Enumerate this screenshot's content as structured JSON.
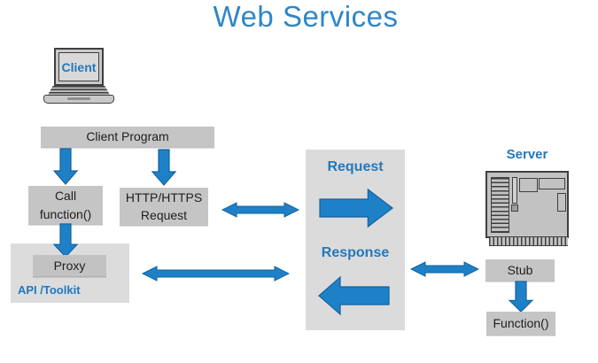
{
  "title": "Web Services",
  "client_section": {
    "laptop_label": "Client",
    "client_program": "Client Program",
    "call_function": {
      "line1": "Call",
      "line2": "function()"
    },
    "http_request": {
      "line1": "HTTP/HTTPS",
      "line2": "Request"
    },
    "proxy": "Proxy",
    "api_toolkit": "API /Toolkit"
  },
  "exchange_panel": {
    "request": "Request",
    "response": "Response"
  },
  "server_section": {
    "server_label": "Server",
    "stub": "Stub",
    "function": "Function()"
  },
  "icons": {
    "laptop": "laptop-icon",
    "server": "server-icon",
    "down_arrows": "down-arrow-icon",
    "request_arrow": "right-arrow-icon",
    "response_arrow": "left-arrow-icon",
    "bidirectional_arrows": "double-headed-arrow-icon"
  },
  "colors": {
    "title_blue": "#2e86c8",
    "label_blue": "#2278be",
    "arrow_blue": "#1e81c8",
    "arrow_outline": "#13619c",
    "box_gray": "#c5c5c5",
    "panel_gray": "#dbdbdb",
    "device_gray": "#c9c9c9",
    "outline_dark": "#3f3f3f",
    "background": "#ffffff"
  }
}
